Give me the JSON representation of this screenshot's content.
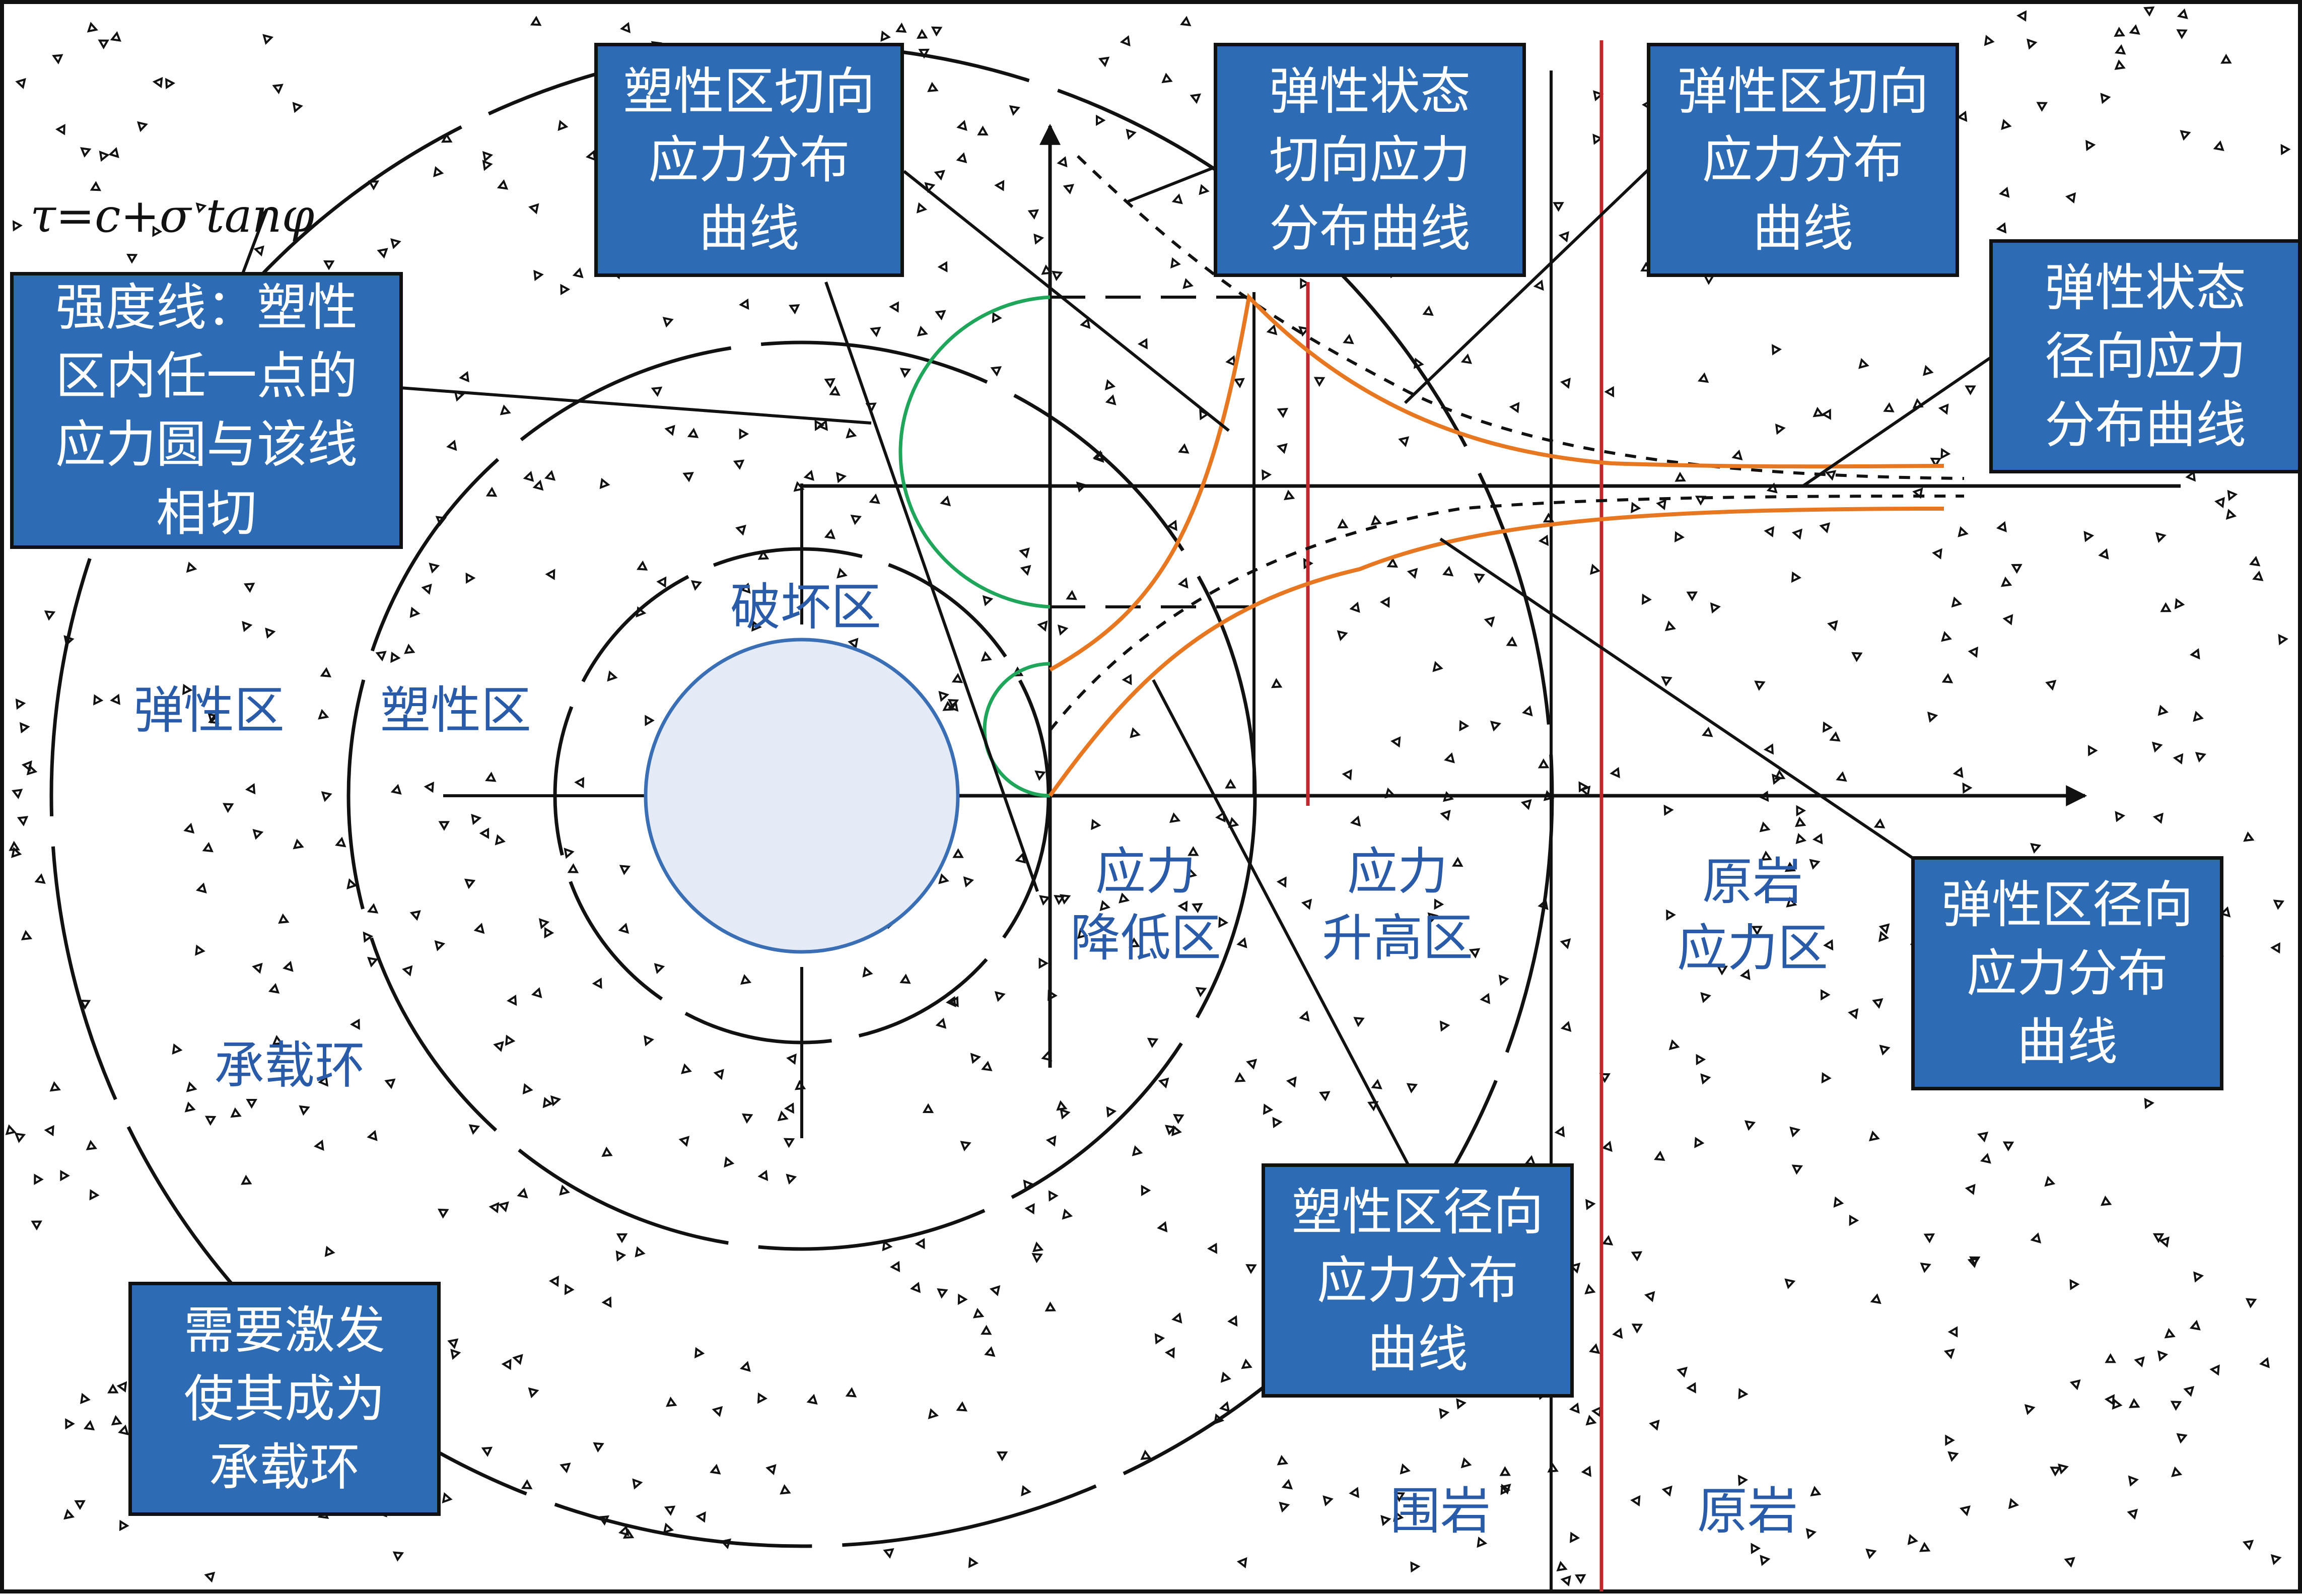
{
  "boxes": {
    "plastic_tangential": "塑性区切向\n应力分布\n曲线",
    "elastic_state_tangential": "弹性状态\n切向应力\n分布曲线",
    "elastic_tangential": "弹性区切向\n应力分布\n曲线",
    "elastic_state_radial": "弹性状态\n径向应力\n分布曲线",
    "strength_line": "强度线：塑性\n区内任一点的\n应力圆与该线\n相切",
    "elastic_radial": "弹性区径向\n应力分布\n曲线",
    "plastic_radial": "塑性区径向\n应力分布\n曲线",
    "excite": "需要激发\n使其成为\n承载环"
  },
  "formula": "τ=c+σ tanφ",
  "zones": {
    "failure": "破坏区",
    "elastic": "弹性区",
    "plastic": "塑性区",
    "bearing_ring": "承载环",
    "stress_reduced": "应力\n降低区",
    "stress_raised": "应力\n升高区",
    "original_stress": "原岩\n应力区",
    "surrounding_rock": "围岩",
    "original_rock": "原岩"
  },
  "colors": {
    "box_fill": "#2e6bb5",
    "zone_text": "#2a5ba8",
    "orange_curve": "#e87722",
    "green_circle": "#1fa65a",
    "red_line": "#c0282d",
    "tunnel_fill": "#e4ebf6",
    "tunnel_stroke": "#3a6fb5"
  }
}
